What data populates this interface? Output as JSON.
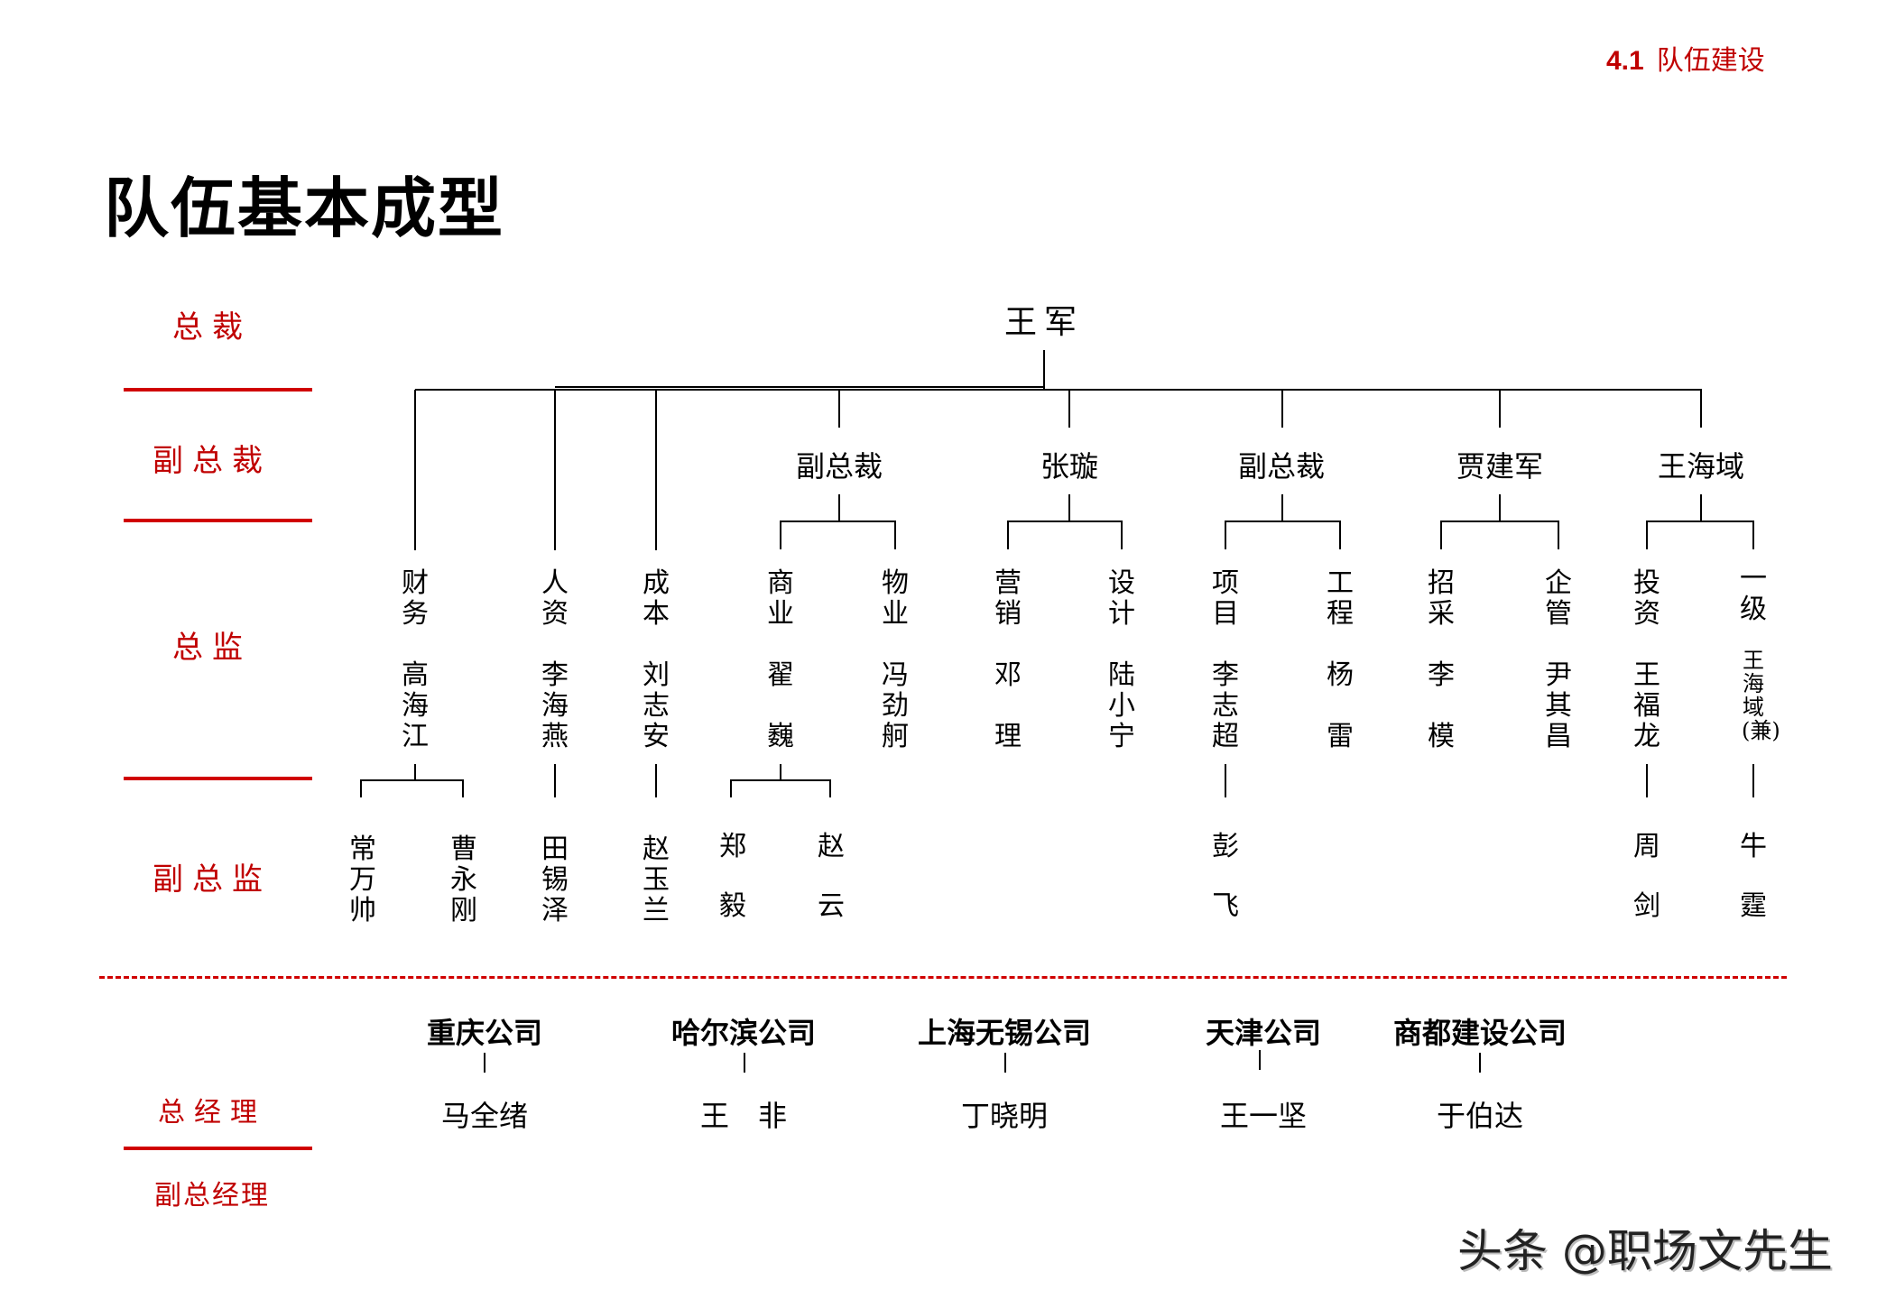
{
  "header": {
    "section_number": "4.1",
    "section_title": "队伍建设"
  },
  "title": "队伍基本成型",
  "levels": {
    "president": "总裁",
    "vice_president": "副总裁",
    "director": "总监",
    "deputy_director": "副总监",
    "general_manager": "总经理",
    "deputy_general_manager": "副总经理"
  },
  "president": "王军",
  "vice_presidents": [
    "副总裁",
    "张璇",
    "副总裁",
    "贾建军",
    "王海域"
  ],
  "directors": [
    {
      "dept": [
        "财",
        "务"
      ],
      "name": [
        "高",
        "海",
        "江"
      ]
    },
    {
      "dept": [
        "人",
        "资"
      ],
      "name": [
        "李",
        "海",
        "燕"
      ]
    },
    {
      "dept": [
        "成",
        "本"
      ],
      "name": [
        "刘",
        "志",
        "安"
      ]
    },
    {
      "dept": [
        "商",
        "业"
      ],
      "name": [
        "翟",
        "",
        "巍"
      ]
    },
    {
      "dept": [
        "物",
        "业"
      ],
      "name": [
        "冯",
        "劲",
        "舸"
      ]
    },
    {
      "dept": [
        "营",
        "销"
      ],
      "name": [
        "邓",
        "",
        "理"
      ]
    },
    {
      "dept": [
        "设",
        "计"
      ],
      "name": [
        "陆",
        "小",
        "宁"
      ]
    },
    {
      "dept": [
        "项",
        "目"
      ],
      "name": [
        "李",
        "志",
        "超"
      ]
    },
    {
      "dept": [
        "工",
        "程"
      ],
      "name": [
        "杨",
        "",
        "雷"
      ]
    },
    {
      "dept": [
        "招",
        "采"
      ],
      "name": [
        "李",
        "",
        "模"
      ]
    },
    {
      "dept": [
        "企",
        "管"
      ],
      "name": [
        "尹",
        "其",
        "昌"
      ]
    },
    {
      "dept": [
        "投",
        "资"
      ],
      "name": [
        "王",
        "福",
        "龙"
      ]
    },
    {
      "dept": [
        "一",
        "级"
      ],
      "name": [
        "王海域(兼)"
      ]
    }
  ],
  "deputy_directors": [
    [
      "常",
      "万",
      "帅"
    ],
    [
      "曹",
      "永",
      "刚"
    ],
    [
      "田",
      "锡",
      "泽"
    ],
    [
      "赵",
      "玉",
      "兰"
    ],
    [
      "郑",
      "",
      "毅"
    ],
    [
      "赵",
      "",
      "云"
    ],
    [
      "彭",
      "",
      "飞"
    ],
    [
      "周",
      "",
      "剑"
    ],
    [
      "牛",
      "",
      "霆"
    ]
  ],
  "companies": [
    {
      "name": "重庆公司",
      "gm": "马全绪"
    },
    {
      "name": "哈尔滨公司",
      "gm": "王　非"
    },
    {
      "name": "上海无锡公司",
      "gm": "丁晓明"
    },
    {
      "name": "天津公司",
      "gm": "王一坚"
    },
    {
      "name": "商都建设公司",
      "gm": "于伯达"
    }
  ],
  "watermark": "头条 @职场文先生",
  "colors": {
    "accent": "#c00000",
    "line": "#000000"
  }
}
